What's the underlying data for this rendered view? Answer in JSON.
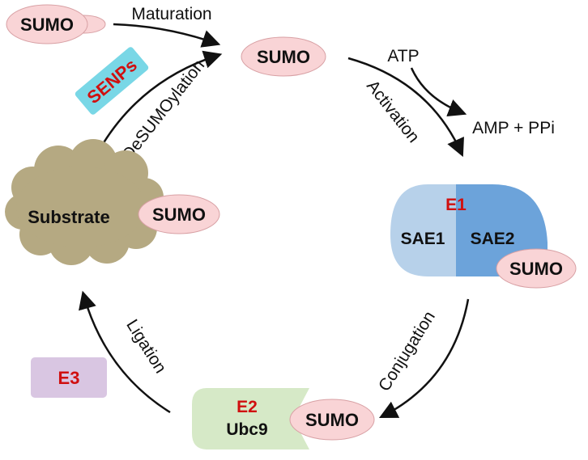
{
  "labels": {
    "sumo": "SUMO",
    "maturation": "Maturation",
    "desumoylation": "DeSUMOylation",
    "senps": "SENPs",
    "atp": "ATP",
    "amp_ppi": "AMP + PPi",
    "activation": "Activation",
    "e1": "E1",
    "sae1": "SAE1",
    "sae2": "SAE2",
    "conjugation": "Conjugation",
    "e2": "E2",
    "ubc9": "Ubc9",
    "ligation": "Ligation",
    "e3": "E3",
    "substrate": "Substrate"
  },
  "colors": {
    "sumo_fill": "#f9d4d6",
    "senps_fill": "#79d7e6",
    "senps_text": "#d01010",
    "e_label": "#d01010",
    "sae1_fill": "#b7d1ea",
    "sae2_fill": "#6ca3da",
    "e2_fill": "#d6e9c7",
    "e3_fill": "#d9c6e2",
    "substrate_fill": "#b5a982",
    "arrow": "#111111"
  }
}
